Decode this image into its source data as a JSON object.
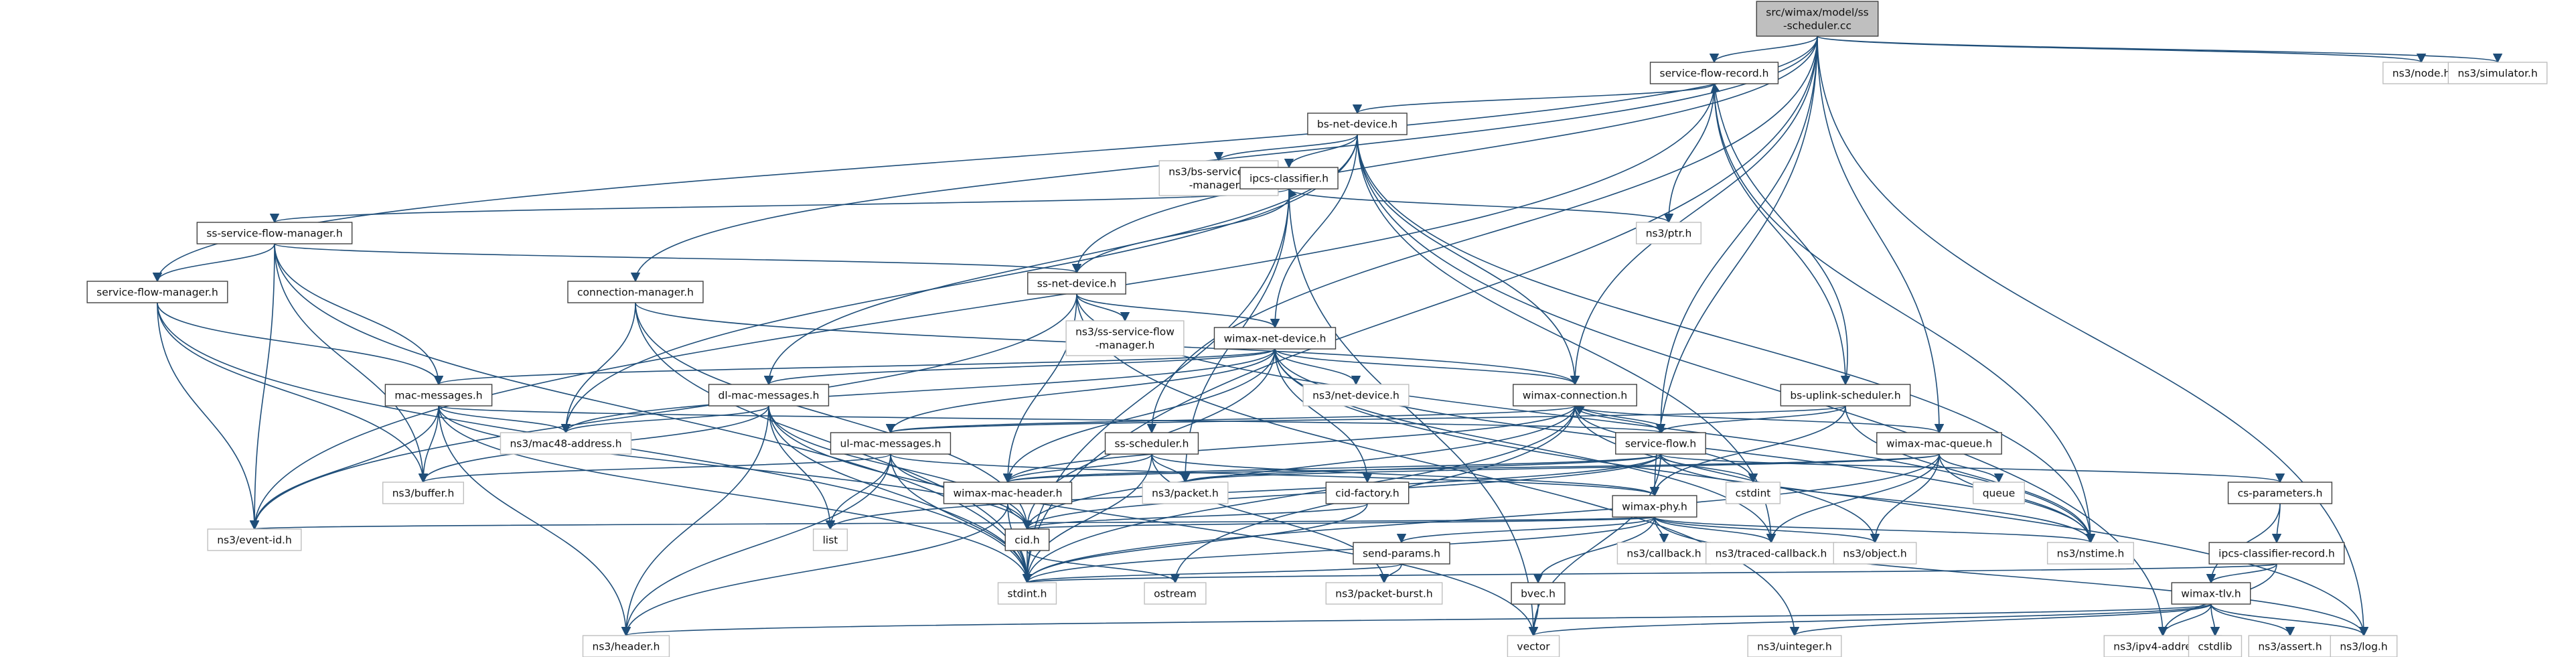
{
  "colors": {
    "root_fill": "#bfbfbf",
    "border": "#404040",
    "system_border": "#bfbfbf",
    "edge": "#1f4e79"
  },
  "nodes": [
    {
      "id": "root",
      "lines": [
        "src/wimax/model/ss",
        "-scheduler.cc"
      ],
      "kind": "root"
    },
    {
      "id": "sfr",
      "lines": [
        "service-flow-record.h"
      ],
      "kind": "header"
    },
    {
      "id": "bsnet",
      "lines": [
        "bs-net-device.h"
      ],
      "kind": "header"
    },
    {
      "id": "bssfm",
      "lines": [
        "ns3/bs-service-flow",
        "-manager.h"
      ],
      "kind": "system"
    },
    {
      "id": "ipcsc",
      "lines": [
        "ipcs-classifier.h"
      ],
      "kind": "header"
    },
    {
      "id": "ptr",
      "lines": [
        "ns3/ptr.h"
      ],
      "kind": "system"
    },
    {
      "id": "sssfm",
      "lines": [
        "ss-service-flow-manager.h"
      ],
      "kind": "header"
    },
    {
      "id": "ssnet",
      "lines": [
        "ss-net-device.h"
      ],
      "kind": "header"
    },
    {
      "id": "sssfm2",
      "lines": [
        "ns3/ss-service-flow",
        "-manager.h"
      ],
      "kind": "system"
    },
    {
      "id": "sfm",
      "lines": [
        "service-flow-manager.h"
      ],
      "kind": "header"
    },
    {
      "id": "connmgr",
      "lines": [
        "connection-manager.h"
      ],
      "kind": "header"
    },
    {
      "id": "wimaxnet",
      "lines": [
        "wimax-net-device.h"
      ],
      "kind": "header"
    },
    {
      "id": "macmsg",
      "lines": [
        "mac-messages.h"
      ],
      "kind": "header"
    },
    {
      "id": "dlmac",
      "lines": [
        "dl-mac-messages.h"
      ],
      "kind": "header"
    },
    {
      "id": "netdev",
      "lines": [
        "ns3/net-device.h"
      ],
      "kind": "system"
    },
    {
      "id": "wconn",
      "lines": [
        "wimax-connection.h"
      ],
      "kind": "header"
    },
    {
      "id": "bsul",
      "lines": [
        "bs-uplink-scheduler.h"
      ],
      "kind": "header"
    },
    {
      "id": "mac48",
      "lines": [
        "ns3/mac48-address.h"
      ],
      "kind": "system"
    },
    {
      "id": "ulmac",
      "lines": [
        "ul-mac-messages.h"
      ],
      "kind": "header"
    },
    {
      "id": "sssched",
      "lines": [
        "ss-scheduler.h"
      ],
      "kind": "header"
    },
    {
      "id": "sflow",
      "lines": [
        "service-flow.h"
      ],
      "kind": "header"
    },
    {
      "id": "wqueue",
      "lines": [
        "wimax-mac-queue.h"
      ],
      "kind": "header"
    },
    {
      "id": "buffer",
      "lines": [
        "ns3/buffer.h"
      ],
      "kind": "system"
    },
    {
      "id": "wmachdr",
      "lines": [
        "wimax-mac-header.h"
      ],
      "kind": "header"
    },
    {
      "id": "packet",
      "lines": [
        "ns3/packet.h"
      ],
      "kind": "system"
    },
    {
      "id": "cidf",
      "lines": [
        "cid-factory.h"
      ],
      "kind": "header"
    },
    {
      "id": "cstdint",
      "lines": [
        "cstdint"
      ],
      "kind": "system"
    },
    {
      "id": "queue",
      "lines": [
        "queue"
      ],
      "kind": "system"
    },
    {
      "id": "csparam",
      "lines": [
        "cs-parameters.h"
      ],
      "kind": "header"
    },
    {
      "id": "eventid",
      "lines": [
        "ns3/event-id.h"
      ],
      "kind": "system"
    },
    {
      "id": "list",
      "lines": [
        "list"
      ],
      "kind": "system"
    },
    {
      "id": "cid",
      "lines": [
        "cid.h"
      ],
      "kind": "header"
    },
    {
      "id": "wphy",
      "lines": [
        "wimax-phy.h"
      ],
      "kind": "header"
    },
    {
      "id": "callback",
      "lines": [
        "ns3/callback.h"
      ],
      "kind": "system"
    },
    {
      "id": "traced",
      "lines": [
        "ns3/traced-callback.h"
      ],
      "kind": "system"
    },
    {
      "id": "object",
      "lines": [
        "ns3/object.h"
      ],
      "kind": "system"
    },
    {
      "id": "nstime",
      "lines": [
        "ns3/nstime.h"
      ],
      "kind": "system"
    },
    {
      "id": "ipcscr",
      "lines": [
        "ipcs-classifier-record.h"
      ],
      "kind": "header"
    },
    {
      "id": "sendp",
      "lines": [
        "send-params.h"
      ],
      "kind": "header"
    },
    {
      "id": "stdint",
      "lines": [
        "stdint.h"
      ],
      "kind": "system"
    },
    {
      "id": "ostream",
      "lines": [
        "ostream"
      ],
      "kind": "system"
    },
    {
      "id": "pburst",
      "lines": [
        "ns3/packet-burst.h"
      ],
      "kind": "system"
    },
    {
      "id": "bvec",
      "lines": [
        "bvec.h"
      ],
      "kind": "header"
    },
    {
      "id": "wtlv",
      "lines": [
        "wimax-tlv.h"
      ],
      "kind": "header"
    },
    {
      "id": "header",
      "lines": [
        "ns3/header.h"
      ],
      "kind": "system"
    },
    {
      "id": "vector",
      "lines": [
        "vector"
      ],
      "kind": "system"
    },
    {
      "id": "uinteger",
      "lines": [
        "ns3/uinteger.h"
      ],
      "kind": "system"
    },
    {
      "id": "ipv4",
      "lines": [
        "ns3/ipv4-address.h"
      ],
      "kind": "system"
    },
    {
      "id": "cstdlib",
      "lines": [
        "cstdlib"
      ],
      "kind": "system"
    },
    {
      "id": "assert",
      "lines": [
        "ns3/assert.h"
      ],
      "kind": "system"
    },
    {
      "id": "log",
      "lines": [
        "ns3/log.h"
      ],
      "kind": "system"
    },
    {
      "id": "node",
      "lines": [
        "ns3/node.h"
      ],
      "kind": "system"
    },
    {
      "id": "simulator",
      "lines": [
        "ns3/simulator.h"
      ],
      "kind": "system"
    }
  ],
  "edges": [
    [
      "root",
      "sfr"
    ],
    [
      "root",
      "ssnet"
    ],
    [
      "root",
      "sfm"
    ],
    [
      "root",
      "connmgr"
    ],
    [
      "root",
      "sssched"
    ],
    [
      "root",
      "wconn"
    ],
    [
      "root",
      "sflow"
    ],
    [
      "root",
      "wphy"
    ],
    [
      "root",
      "wqueue"
    ],
    [
      "root",
      "stdint"
    ],
    [
      "root",
      "log"
    ],
    [
      "root",
      "node"
    ],
    [
      "root",
      "simulator"
    ],
    [
      "sfr",
      "bsnet"
    ],
    [
      "sfr",
      "ptr"
    ],
    [
      "sfr",
      "nstime"
    ],
    [
      "sfr",
      "bsul"
    ],
    [
      "sfr",
      "eventid"
    ],
    [
      "bsnet",
      "bssfm"
    ],
    [
      "bsnet",
      "ipcsc"
    ],
    [
      "bsnet",
      "wimaxnet"
    ],
    [
      "bsnet",
      "dlmac"
    ],
    [
      "bsnet",
      "mac48"
    ],
    [
      "bsnet",
      "wconn"
    ],
    [
      "bsnet",
      "nstime"
    ],
    [
      "bsnet",
      "ipv4"
    ],
    [
      "bsnet",
      "traced"
    ],
    [
      "ipcsc",
      "sssfm"
    ],
    [
      "ipcsc",
      "ptr"
    ],
    [
      "ipcsc",
      "packet"
    ],
    [
      "ipcsc",
      "vector"
    ],
    [
      "ipcsc",
      "stdint"
    ],
    [
      "sssfm",
      "ssnet"
    ],
    [
      "sssfm",
      "sfm"
    ],
    [
      "sssfm",
      "macmsg"
    ],
    [
      "sssfm",
      "eventid"
    ],
    [
      "sssfm",
      "buffer"
    ],
    [
      "sssfm",
      "stdint"
    ],
    [
      "ssnet",
      "ipcsc"
    ],
    [
      "ssnet",
      "sssfm2"
    ],
    [
      "ssnet",
      "wimaxnet"
    ],
    [
      "ssnet",
      "wmachdr"
    ],
    [
      "ssnet",
      "eventid"
    ],
    [
      "ssnet",
      "nstime"
    ],
    [
      "ssnet",
      "uinteger"
    ],
    [
      "sfm",
      "macmsg"
    ],
    [
      "sfm",
      "eventid"
    ],
    [
      "sfm",
      "buffer"
    ],
    [
      "sfm",
      "stdint"
    ],
    [
      "connmgr",
      "wconn"
    ],
    [
      "connmgr",
      "mac48"
    ],
    [
      "connmgr",
      "cid"
    ],
    [
      "connmgr",
      "stdint"
    ],
    [
      "wimaxnet",
      "macmsg"
    ],
    [
      "wimaxnet",
      "dlmac"
    ],
    [
      "wimaxnet",
      "ulmac"
    ],
    [
      "wimaxnet",
      "netdev"
    ],
    [
      "wimaxnet",
      "wconn"
    ],
    [
      "wimaxnet",
      "mac48"
    ],
    [
      "wimaxnet",
      "wmachdr"
    ],
    [
      "wimaxnet",
      "cidf"
    ],
    [
      "wimaxnet",
      "nstime"
    ],
    [
      "wimaxnet",
      "log"
    ],
    [
      "wimaxnet",
      "traced"
    ],
    [
      "wimaxnet",
      "cid"
    ],
    [
      "macmsg",
      "mac48"
    ],
    [
      "macmsg",
      "buffer"
    ],
    [
      "macmsg",
      "sflow"
    ],
    [
      "macmsg",
      "cid"
    ],
    [
      "macmsg",
      "header"
    ],
    [
      "macmsg",
      "stdint"
    ],
    [
      "macmsg",
      "eventid"
    ],
    [
      "dlmac",
      "mac48"
    ],
    [
      "dlmac",
      "buffer"
    ],
    [
      "dlmac",
      "list"
    ],
    [
      "dlmac",
      "header"
    ],
    [
      "dlmac",
      "stdint"
    ],
    [
      "dlmac",
      "cid"
    ],
    [
      "dlmac",
      "vector"
    ],
    [
      "wconn",
      "ulmac"
    ],
    [
      "wconn",
      "sflow"
    ],
    [
      "wconn",
      "wqueue"
    ],
    [
      "wconn",
      "wmachdr"
    ],
    [
      "wconn",
      "object"
    ],
    [
      "wconn",
      "cid"
    ],
    [
      "wconn",
      "stdint"
    ],
    [
      "wconn",
      "cstdint"
    ],
    [
      "wconn",
      "ostream"
    ],
    [
      "bsul",
      "sflow"
    ],
    [
      "bsul",
      "wphy"
    ],
    [
      "bsul",
      "ulmac"
    ],
    [
      "bsul",
      "nstime"
    ],
    [
      "bsul",
      "sfr"
    ],
    [
      "ulmac",
      "buffer"
    ],
    [
      "ulmac",
      "list"
    ],
    [
      "ulmac",
      "cid"
    ],
    [
      "ulmac",
      "header"
    ],
    [
      "ulmac",
      "stdint"
    ],
    [
      "ulmac",
      "wphy"
    ],
    [
      "sssched",
      "wmachdr"
    ],
    [
      "sssched",
      "packet"
    ],
    [
      "sssched",
      "wphy"
    ],
    [
      "sssched",
      "stdint"
    ],
    [
      "sssched",
      "pburst"
    ],
    [
      "sflow",
      "wconn"
    ],
    [
      "sflow",
      "wmachdr"
    ],
    [
      "sflow",
      "csparam"
    ],
    [
      "sflow",
      "packet"
    ],
    [
      "sflow",
      "cstdint"
    ],
    [
      "sflow",
      "list"
    ],
    [
      "sflow",
      "cid"
    ],
    [
      "sflow",
      "vector"
    ],
    [
      "sflow",
      "nstime"
    ],
    [
      "wqueue",
      "wmachdr"
    ],
    [
      "wqueue",
      "packet"
    ],
    [
      "wqueue",
      "queue"
    ],
    [
      "wqueue",
      "object"
    ],
    [
      "wqueue",
      "traced"
    ],
    [
      "wqueue",
      "nstime"
    ],
    [
      "wqueue",
      "stdint"
    ],
    [
      "wmachdr",
      "cid"
    ],
    [
      "wmachdr",
      "header"
    ],
    [
      "wmachdr",
      "stdint"
    ],
    [
      "cidf",
      "cid"
    ],
    [
      "cidf",
      "stdint"
    ],
    [
      "csparam",
      "ipcscr"
    ],
    [
      "csparam",
      "wtlv"
    ],
    [
      "cid",
      "stdint"
    ],
    [
      "cid",
      "ostream"
    ],
    [
      "wphy",
      "eventid"
    ],
    [
      "wphy",
      "callback"
    ],
    [
      "wphy",
      "traced"
    ],
    [
      "wphy",
      "object"
    ],
    [
      "wphy",
      "nstime"
    ],
    [
      "wphy",
      "sendp"
    ],
    [
      "wphy",
      "bvec"
    ],
    [
      "wphy",
      "stdint"
    ],
    [
      "wphy",
      "cid"
    ],
    [
      "wphy",
      "log"
    ],
    [
      "ipcscr",
      "wtlv"
    ],
    [
      "ipcscr",
      "ipv4"
    ],
    [
      "ipcscr",
      "stdint"
    ],
    [
      "sendp",
      "pburst"
    ],
    [
      "sendp",
      "stdint"
    ],
    [
      "bvec",
      "vector"
    ],
    [
      "wtlv",
      "header"
    ],
    [
      "wtlv",
      "vector"
    ],
    [
      "wtlv",
      "uinteger"
    ],
    [
      "wtlv",
      "ipv4"
    ],
    [
      "wtlv",
      "cstdlib"
    ],
    [
      "wtlv",
      "assert"
    ],
    [
      "wtlv",
      "log"
    ]
  ]
}
